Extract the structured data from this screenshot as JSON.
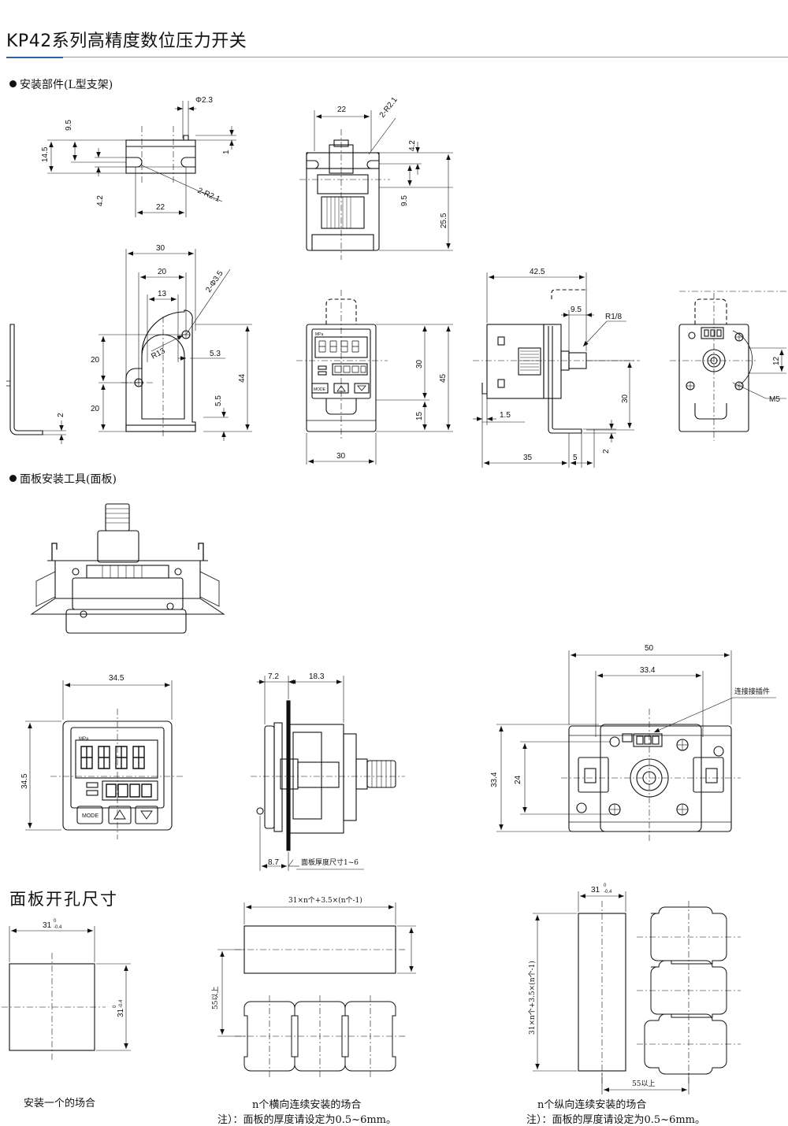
{
  "title": "KP42系列高精度数位压力开关",
  "accent_color": "#2e62a8",
  "sections": {
    "bracket": "安装部件(L型支架)",
    "panel_tool": "面板安装工具(面板)",
    "cutout": "面板开孔尺寸"
  },
  "bracket_top": {
    "d1": "Φ2.3",
    "d2": "9.5",
    "d3": "14.5",
    "d4": "1",
    "d5": "4.2",
    "d6": "22",
    "d7": "2-R2.1"
  },
  "bracket_side": {
    "d1": "22",
    "d2": "2-R2.1",
    "d3": "4.2",
    "d4": "9.5",
    "d5": "25.5"
  },
  "bracket_front": {
    "d1": "30",
    "d2": "20",
    "d3": "13",
    "d4": "2-Φ3.5",
    "d5": "R13",
    "d6": "5.3",
    "d7": "20",
    "d8": "20",
    "d9": "44",
    "d10": "5.5",
    "d11": "2"
  },
  "unit_front": {
    "d1": "30",
    "d2": "30",
    "d3": "45",
    "d4": "15",
    "unit_label": "MPa",
    "mode_label": "MODE"
  },
  "unit_side": {
    "d1": "42.5",
    "d2": "9.5",
    "d3": "R1/8",
    "d4": "1.5",
    "d5": "30",
    "d6": "35",
    "d7": "5",
    "d8": "2"
  },
  "unit_back": {
    "d1": "12",
    "d2": "M5"
  },
  "panel_front": {
    "d1": "34.5",
    "d2": "34.5",
    "unit_label": "MPa",
    "mode_label": "MODE"
  },
  "panel_side": {
    "d1": "7.2",
    "d2": "18.3",
    "d3": "8.7",
    "d4": "面板厚度尺寸1~6"
  },
  "panel_back": {
    "d1": "50",
    "d2": "33.4",
    "d3": "连接接插件",
    "d4": "33.4",
    "d5": "24"
  },
  "cutout_single": {
    "d1": "31",
    "d1_tol_up": "0",
    "d1_tol_dn": "-0.4",
    "d2": "31",
    "d2_tol_up": "0",
    "d2_tol_dn": "-0.4",
    "caption": "安装一个的场合"
  },
  "cutout_horizontal": {
    "d1": "31×n个+3.5×(n个-1)",
    "d2": "55以上",
    "caption": "n个横向连续安装的场合",
    "note": "注）：面板的厚度请设定为0.5~6mm。"
  },
  "cutout_vertical": {
    "d1": "31",
    "d1_tol_up": "0",
    "d1_tol_dn": "-0.4",
    "d2": "31×n个+3.5×(n个-1)",
    "d3": "55以上",
    "caption": "n个纵向连续安装的场合",
    "note": "注）：面板的厚度请设定为0.5~6mm。"
  }
}
